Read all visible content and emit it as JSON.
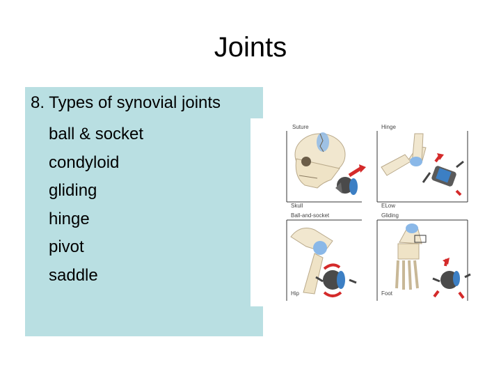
{
  "slide": {
    "title": "Joints",
    "heading": "8. Types of synovial joints",
    "items": [
      "ball & socket",
      "condyloid",
      "gliding",
      "hinge",
      "pivot",
      "saddle"
    ]
  },
  "figure": {
    "panels": [
      {
        "label": "Suture",
        "caption": "Skull"
      },
      {
        "label": "Hinge",
        "caption": "ELow"
      },
      {
        "label": "Ball-and-socket",
        "caption": "Hip"
      },
      {
        "label": "Gliding",
        "caption": "Foot"
      }
    ]
  },
  "colors": {
    "textbox_bg": "#b9dfe2",
    "joint_blue": "#8ab8e8",
    "arrow_red": "#d42a2a",
    "bone": "#f1e7cf"
  }
}
